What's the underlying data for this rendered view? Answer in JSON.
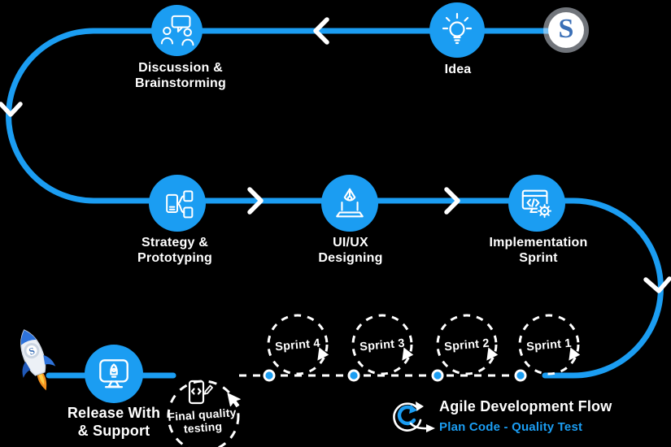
{
  "colors": {
    "accent": "#1B9DF2",
    "logo_blue": "#3A6FB6",
    "flame_orange": "#F6921E",
    "flame_yellow": "#FFCE45",
    "text": "#FFFFFF"
  },
  "logo": {
    "letter": "S"
  },
  "nodes": {
    "idea": {
      "label": "Idea"
    },
    "discussion": {
      "line1": "Discussion &",
      "line2": "Brainstorming"
    },
    "strategy": {
      "line1": "Strategy &",
      "line2": "Prototyping"
    },
    "uiux": {
      "line1": "UI/UX",
      "line2": "Designing"
    },
    "implementation": {
      "line1": "Implementation",
      "line2": "Sprint"
    },
    "release": {
      "line1": "Release With",
      "line2": "& Support"
    }
  },
  "sprints": {
    "s4": "Sprint 4",
    "s3": "Sprint 3",
    "s2": "Sprint 2",
    "s1": "Sprint 1"
  },
  "final_quality": {
    "line1": "Final quality",
    "line2": "testing"
  },
  "legend": {
    "title": "Agile Development Flow",
    "subtitle": "Plan Code - Quality Test"
  }
}
